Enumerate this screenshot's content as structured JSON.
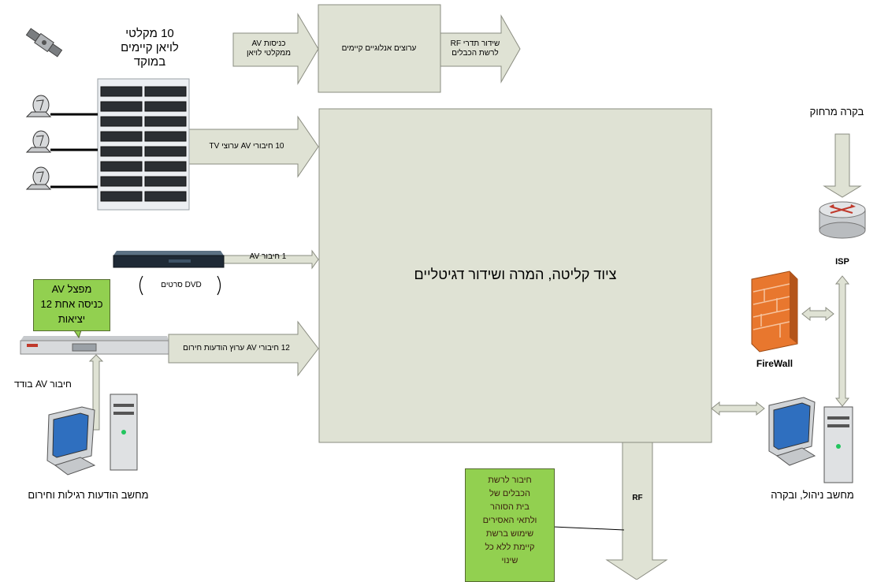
{
  "satellites": {
    "label_lines": [
      "10 מקלטי",
      "לויאן קיימים",
      "במוקד"
    ]
  },
  "inputs_arrow": {
    "label": "כניסות AV ממקלטי לויאן"
  },
  "analog_box": {
    "label": "ערוצים אנלוגיים קיימים"
  },
  "rf_out_arrow": {
    "label": "שידור תדרי RF לרשת הכבלים"
  },
  "tv_arrow": {
    "label": "10 חיבורי AV ערוצי TV"
  },
  "main_box": {
    "label": "ציוד קליטה, המרה ושידור דגיטליים"
  },
  "dvd_arrow": {
    "label": "1 חיבור AV"
  },
  "dvd_label": "DVD סרטים",
  "splitter_callout": {
    "lines": [
      "מפצל AV",
      "כניסה אחת 12",
      "יציאות"
    ]
  },
  "emergency_arrow": {
    "label": "12 חיבורי AV ערוץ הודעות חירום"
  },
  "separate_av_label": "חיבור AV בודד",
  "messages_pc_label": "מחשב הודעות רגילות וחירום",
  "remote_control_label": "בקרה מרחוק",
  "isp_label": "ISP",
  "firewall_label": "FireWall",
  "mgmt_pc_label": "מחשב ניהול, ובקרה",
  "rf_label": "RF",
  "cable_callout": {
    "lines": [
      "חיבור לרשת",
      "הכבלים של",
      "בית הסוהר",
      "ולתאי האסירים",
      "שימוש ברשת",
      "קיימת ללא כל",
      "שינוי"
    ]
  },
  "colors": {
    "arrow_fill": "#dfe2d4",
    "arrow_stroke": "#8a8c80",
    "callout_green": "#92d050",
    "firewall": "#e8772e",
    "led_green": "#22c55e"
  }
}
